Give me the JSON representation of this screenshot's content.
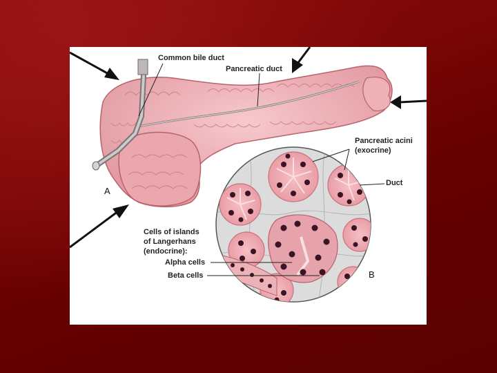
{
  "figure": {
    "labels": {
      "common_bile_duct": "Common bile duct",
      "pancreatic_duct": "Pancreatic duct",
      "pancreatic_acini_line1": "Pancreatic acini",
      "pancreatic_acini_line2": "(exocrine)",
      "duct": "Duct",
      "islands_line1": "Cells of islands",
      "islands_line2": "of Langerhans",
      "islands_line3": "(endocrine):",
      "alpha_cells": "Alpha cells",
      "beta_cells": "Beta cells",
      "panel_a": "A",
      "panel_b": "B"
    },
    "colors": {
      "tissue": "#efb3b8",
      "tissue_dark": "#c7727c",
      "nucleus": "#3a1424",
      "stroma": "#d9d9d9",
      "arrow": "#111111"
    }
  }
}
